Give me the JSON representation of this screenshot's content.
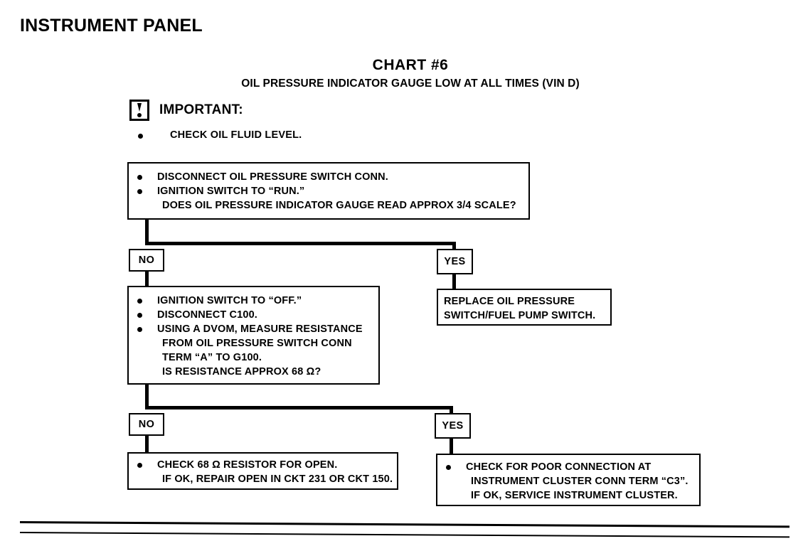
{
  "header": {
    "panel_title": "INSTRUMENT PANEL",
    "chart_number": "CHART #6",
    "chart_subtitle": "OIL PRESSURE INDICATOR GAUGE LOW AT ALL TIMES (VIN D)"
  },
  "important": {
    "icon": "exclamation-in-box-icon",
    "label": "IMPORTANT:",
    "items": [
      "CHECK OIL FLUID LEVEL."
    ]
  },
  "flow": {
    "nodes": [
      {
        "id": "step1",
        "name": "disconnect-oil-pressure-switch-node",
        "lines": [
          {
            "bullet": true,
            "text": "DISCONNECT OIL PRESSURE SWITCH CONN."
          },
          {
            "bullet": true,
            "text": "IGNITION SWITCH TO “RUN.”"
          },
          {
            "bullet": false,
            "text": "DOES OIL PRESSURE INDICATOR GAUGE READ APPROX 3/4 SCALE?"
          }
        ]
      },
      {
        "id": "step2",
        "name": "measure-resistance-node",
        "lines": [
          {
            "bullet": true,
            "text": "IGNITION SWITCH TO “OFF.”"
          },
          {
            "bullet": true,
            "text": "DISCONNECT C100."
          },
          {
            "bullet": true,
            "text": "USING A DVOM, MEASURE RESISTANCE"
          },
          {
            "bullet": false,
            "text": "FROM OIL PRESSURE SWITCH CONN"
          },
          {
            "bullet": false,
            "text": "TERM “A” TO G100."
          },
          {
            "bullet": false,
            "text": "IS RESISTANCE APPROX 68 Ω?"
          }
        ]
      },
      {
        "id": "replace",
        "name": "replace-oil-pressure-switch-node",
        "lines": [
          {
            "bullet": false,
            "text": "REPLACE OIL PRESSURE"
          },
          {
            "bullet": false,
            "text": "SWITCH/FUEL PUMP SWITCH."
          }
        ]
      },
      {
        "id": "resistor",
        "name": "check-resistor-node",
        "lines": [
          {
            "bullet": true,
            "text": "CHECK 68 Ω RESISTOR FOR OPEN."
          },
          {
            "bullet": false,
            "text": "IF OK, REPAIR OPEN IN CKT 231 OR CKT 150."
          }
        ]
      },
      {
        "id": "cluster",
        "name": "check-cluster-connection-node",
        "lines": [
          {
            "bullet": true,
            "text": "CHECK FOR POOR CONNECTION AT"
          },
          {
            "bullet": false,
            "text": "INSTRUMENT CLUSTER CONN TERM “C3”."
          },
          {
            "bullet": false,
            "text": "IF OK, SERVICE INSTRUMENT CLUSTER."
          }
        ]
      }
    ],
    "branch_labels": {
      "no_1": "NO",
      "yes_1": "YES",
      "no_2": "NO",
      "yes_2": "YES"
    }
  },
  "colors": {
    "ink": "#000000",
    "paper": "#ffffff"
  }
}
